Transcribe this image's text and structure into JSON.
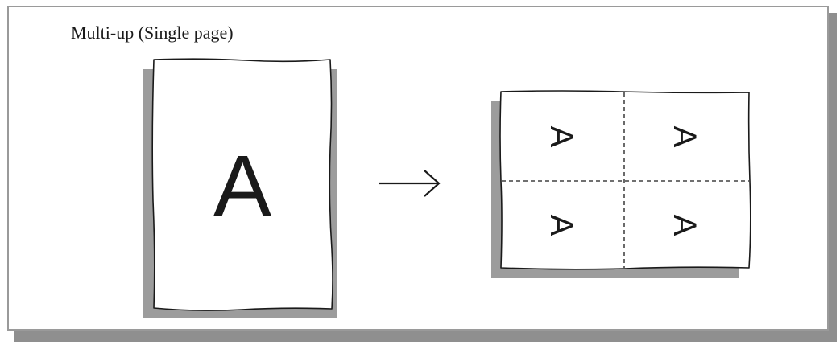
{
  "title": "Multi-up (Single page)",
  "original": {
    "letter": "A"
  },
  "result": {
    "letters": [
      "A",
      "A",
      "A",
      "A"
    ],
    "layout": "2x2"
  },
  "colors": {
    "shadow": "#9c9c9c",
    "frame_border": "#9a9a9a",
    "ink": "#1a1a1a"
  },
  "icons": [
    "arrow-right-icon"
  ]
}
